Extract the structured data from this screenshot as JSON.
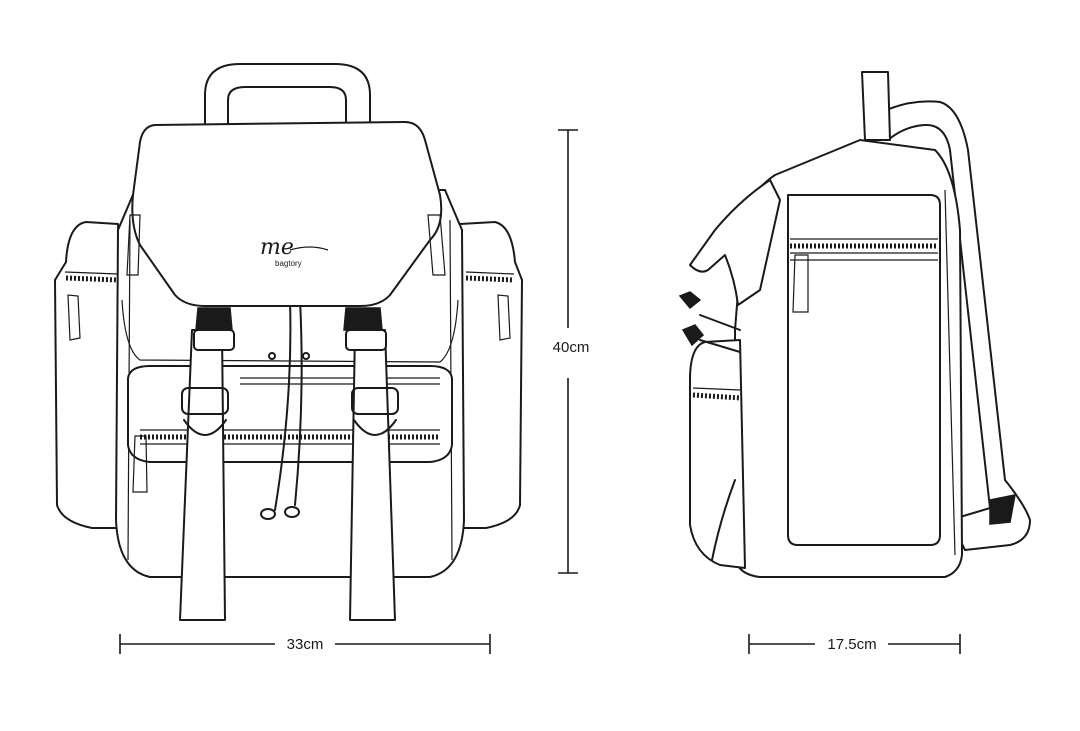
{
  "logo": {
    "script": "me",
    "brand": "bagtory"
  },
  "dimensions": {
    "width": "33cm",
    "height": "40cm",
    "depth": "17.5cm"
  },
  "colors": {
    "line": "#1a1a1a",
    "background": "#ffffff"
  }
}
